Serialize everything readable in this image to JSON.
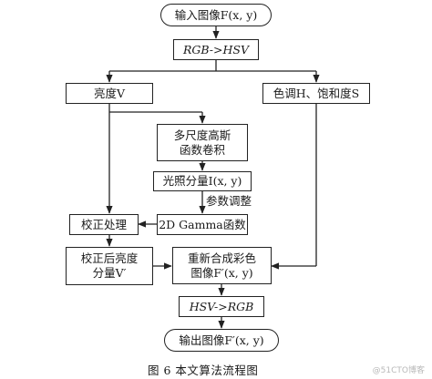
{
  "nodes": {
    "input": {
      "text": "输入图像F(x, y)"
    },
    "rgb_hsv": {
      "text": "RGB->HSV"
    },
    "brightness": {
      "text": "亮度V"
    },
    "hue_sat": {
      "text": "色调H、饱和度S"
    },
    "gauss": {
      "line1": "多尺度高斯",
      "line2": "函数卷积"
    },
    "illum": {
      "text": "光照分量I(x, y)"
    },
    "correct": {
      "text": "校正处理"
    },
    "gamma": {
      "text": "2D Gamma函数"
    },
    "corrected_v": {
      "line1": "校正后亮度",
      "line2": "分量V′"
    },
    "recompose": {
      "line1": "重新合成彩色",
      "line2": "图像F′(x, y)"
    },
    "hsv_rgb": {
      "text": "HSV->RGB"
    },
    "output": {
      "text": "输出图像F′(x, y)"
    }
  },
  "edge_labels": {
    "param_tuning": "参数调整"
  },
  "caption": "图 6   本文算法流程图",
  "watermark": "@51CTO博客"
}
